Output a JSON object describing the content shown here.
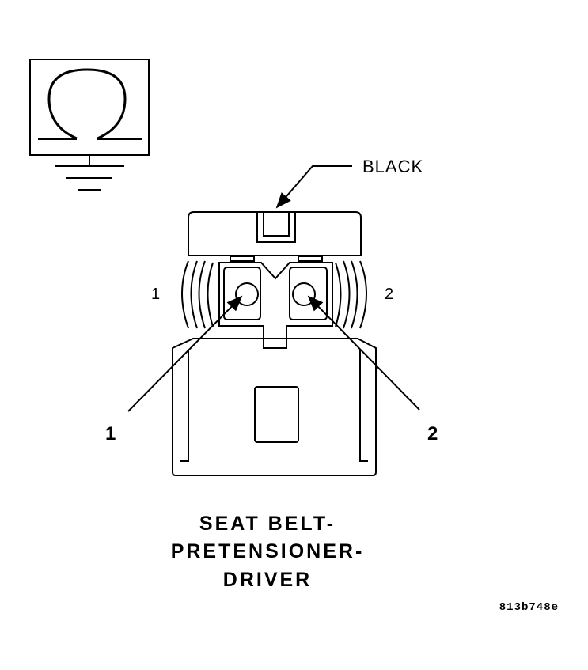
{
  "symbol": {
    "icon": "ohm-resistance-icon",
    "ground_icon": "ground-icon"
  },
  "connector": {
    "color_callout": "BLACK",
    "cavity_left_label": "1",
    "cavity_right_label": "2",
    "pin_callout_left": "1",
    "pin_callout_right": "2"
  },
  "title": {
    "line1": "SEAT BELT-",
    "line2": "PRETENSIONER-",
    "line3": "DRIVER"
  },
  "figure_code": "813b748e"
}
